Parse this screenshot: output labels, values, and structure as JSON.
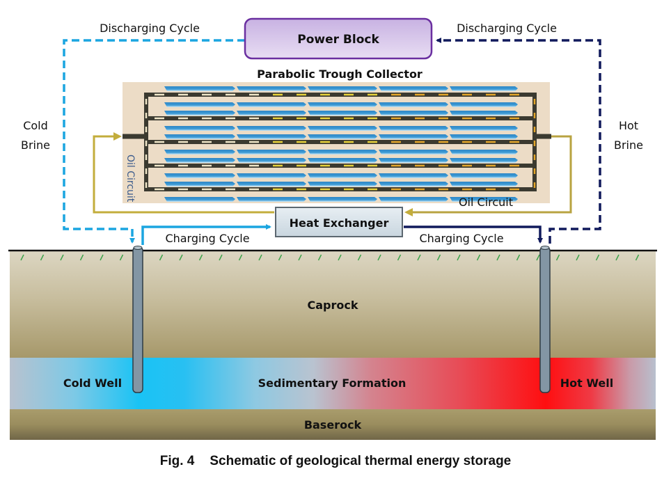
{
  "diagram": {
    "power_block": "Power Block",
    "collector_title": "Parabolic Trough Collector",
    "heat_exchanger": "Heat Exchanger",
    "discharging_left": "Discharging Cycle",
    "discharging_right": "Discharging Cycle",
    "charging_left": "Charging Cycle",
    "charging_right": "Charging Cycle",
    "cold_brine": [
      "Cold",
      "Brine"
    ],
    "hot_brine": [
      "Hot",
      "Brine"
    ],
    "oil_circuit": "Oil Circuit",
    "oil_circuit_rotated": "Oil Circuit",
    "layers": {
      "caprock": "Caprock",
      "sedimentary": "Sedimentary Formation",
      "baserock": "Baserock"
    },
    "cold_well": "Cold Well",
    "hot_well": "Hot Well",
    "colors": {
      "cold_flow": "#1ba5e0",
      "hot_flow": "#101a5c",
      "oil_flow": "#b8a341",
      "power_block_fill": "#d6c5ea",
      "power_block_border": "#6a2fa0",
      "cold_zone": "#19c3f5",
      "hot_zone": "#ff1010",
      "rock": "#a8986a"
    }
  },
  "caption": {
    "number": "Fig. 4",
    "text": "Schematic of geological thermal energy storage"
  }
}
